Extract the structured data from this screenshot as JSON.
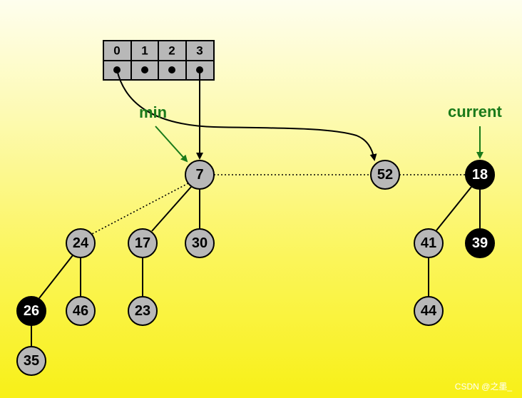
{
  "array": {
    "indices": [
      "0",
      "1",
      "2",
      "3"
    ]
  },
  "labels": {
    "min": "min",
    "current": "current"
  },
  "nodes": {
    "n7": "7",
    "n52": "52",
    "n18": "18",
    "n24": "24",
    "n17": "17",
    "n30": "30",
    "n41": "41",
    "n39": "39",
    "n26": "26",
    "n46": "46",
    "n23": "23",
    "n44": "44",
    "n35": "35"
  },
  "node_colors": {
    "gray": "#b8b8b8",
    "black": "#000000",
    "label_green": "#1a7a1a"
  },
  "watermark": "CSDN @之墨_"
}
